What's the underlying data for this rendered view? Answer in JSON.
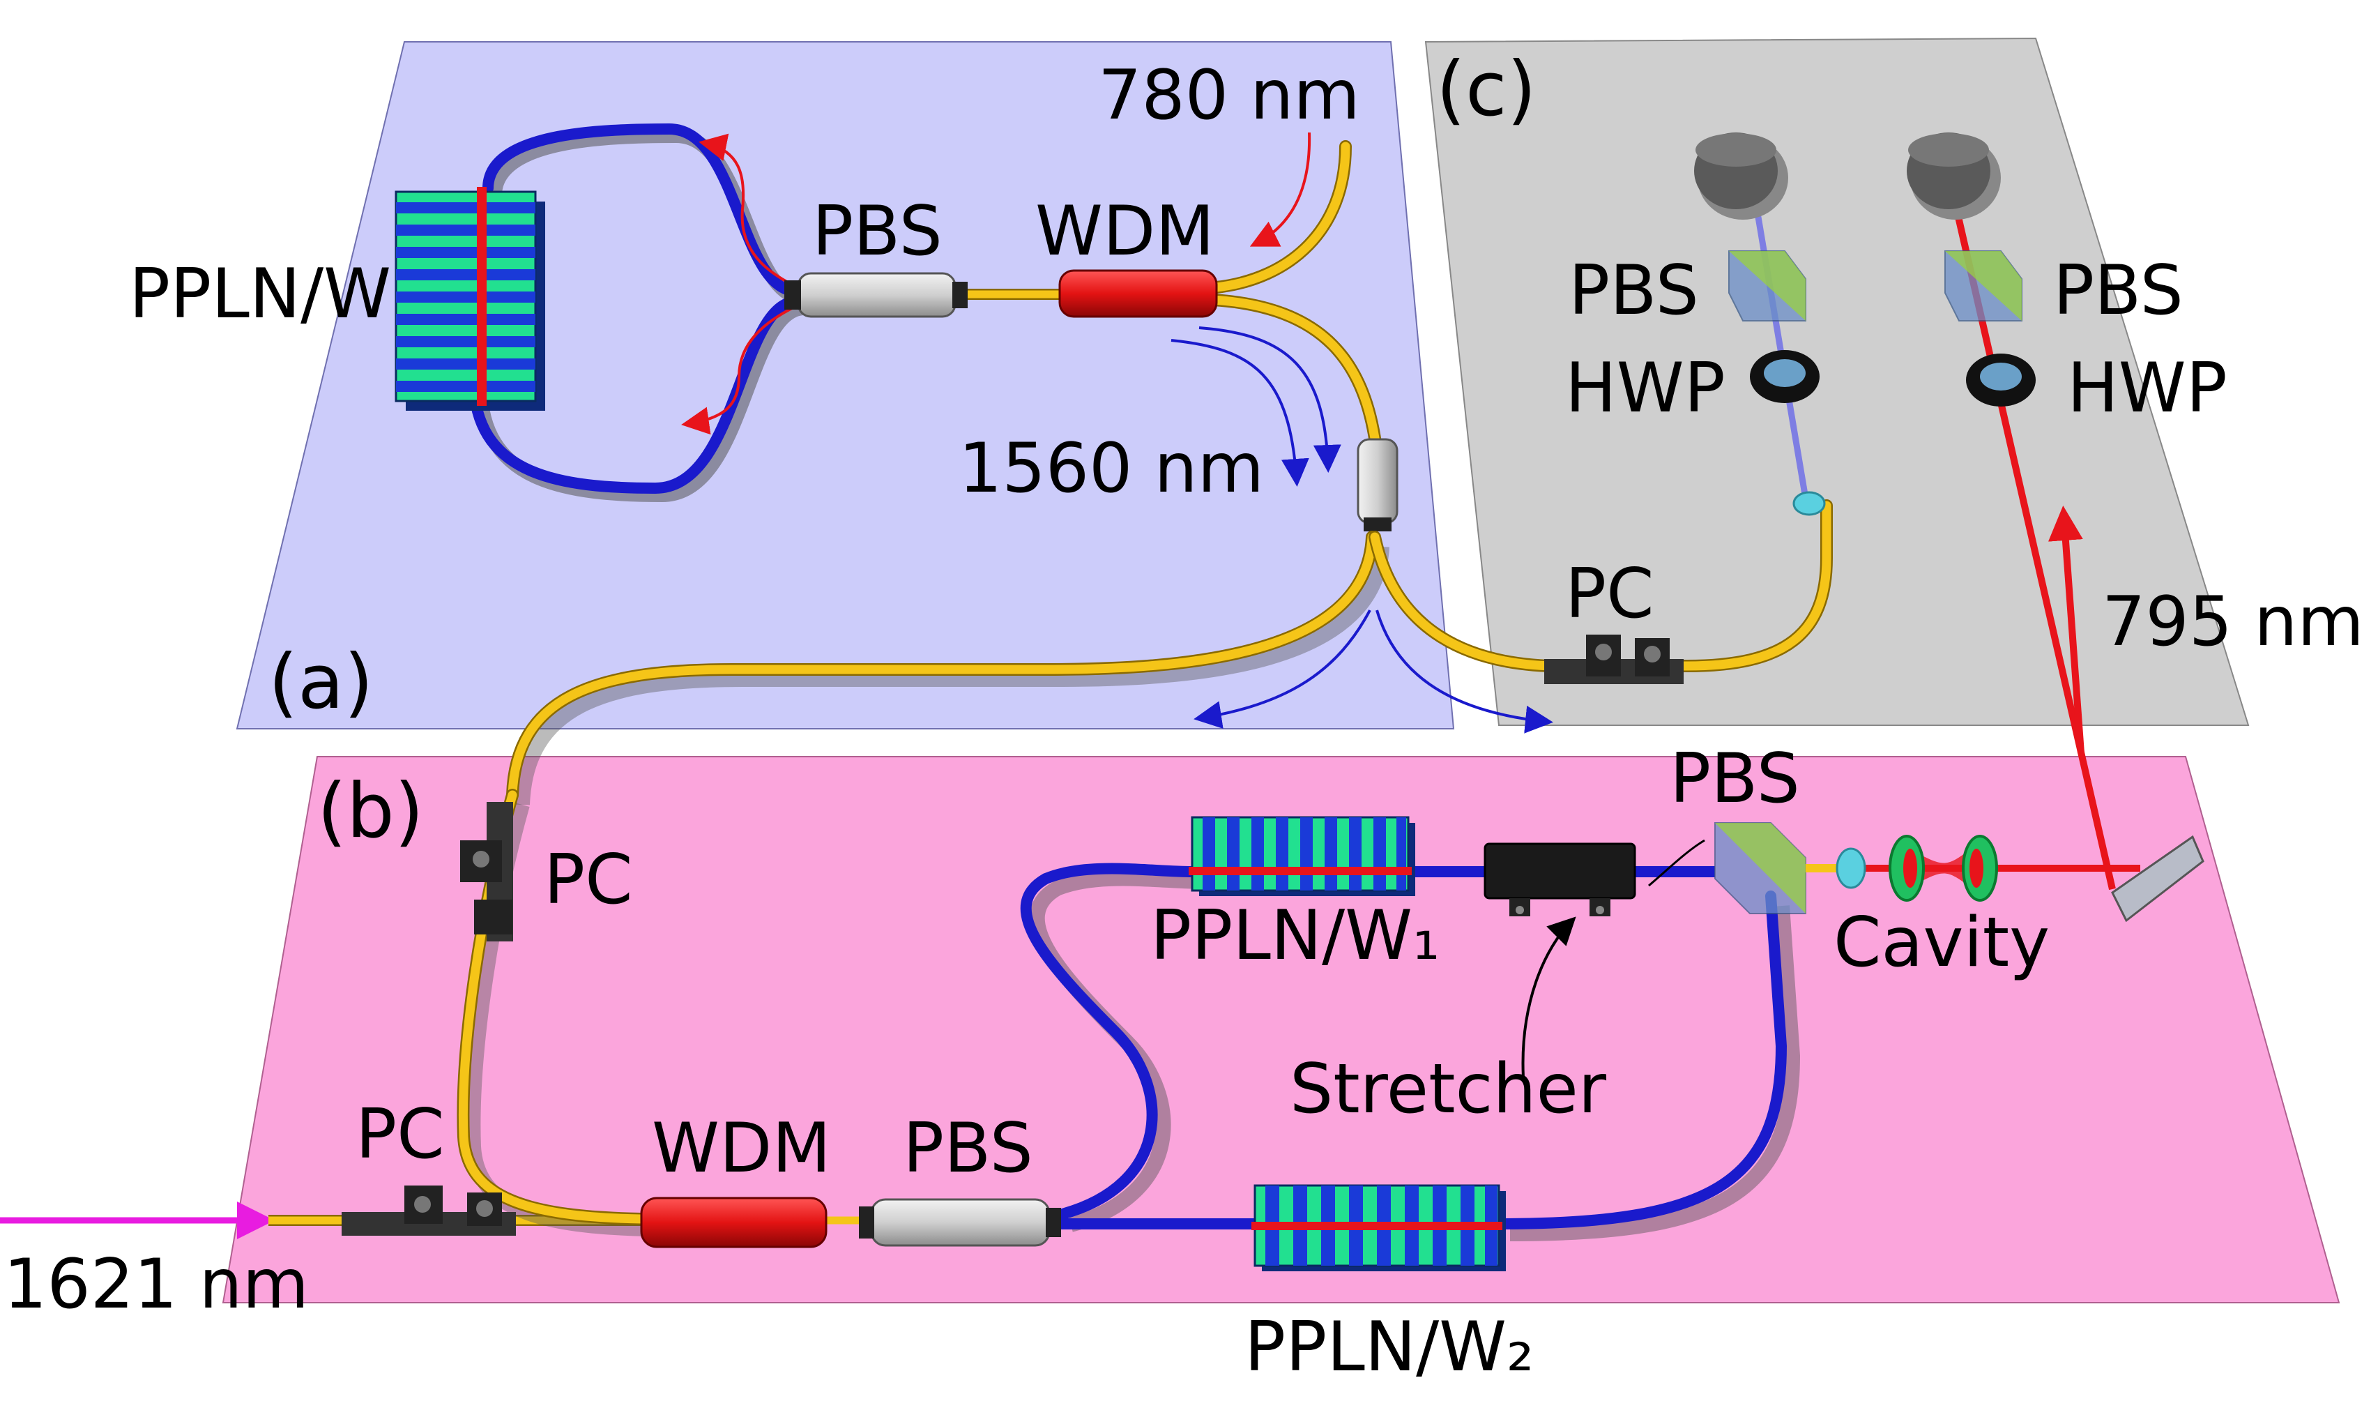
{
  "panels": {
    "a": {
      "label": "(a)",
      "color": "#ccccfa"
    },
    "b": {
      "label": "(b)",
      "color": "#fba5dc"
    },
    "c": {
      "label": "(c)",
      "color": "#cfcfcf"
    }
  },
  "labels": {
    "wl_780": "780 nm",
    "wl_1560": "1560 nm",
    "wl_795": "795 nm",
    "wl_1621": "1621 nm",
    "a_ppln": "PPLN/W",
    "a_pbs": "PBS",
    "a_wdm": "WDM",
    "c_pbs_left": "PBS",
    "c_pbs_right": "PBS",
    "c_hwp_left": "HWP",
    "c_hwp_right": "HWP",
    "c_pc": "PC",
    "b_pc_top": "PC",
    "b_pc_bottom": "PC",
    "b_wdm": "WDM",
    "b_pbs_left": "PBS",
    "b_pbs_right": "PBS",
    "b_ppln1": "PPLN/W₁",
    "b_ppln2": "PPLN/W₂",
    "b_stretcher": "Stretcher",
    "b_cavity": "Cavity"
  },
  "colors": {
    "fiber_yellow": "#f5c518",
    "fiber_blue": "#1a1acc",
    "beam_red": "#e8141b",
    "beam_blue": "#6a6ae8",
    "input_magenta": "#e81ce0",
    "wdm_red": "#e31313",
    "pbs_grey": "#d0d0d0",
    "ppln_green": "#22e090",
    "ppln_blue": "#1a3ad8"
  }
}
